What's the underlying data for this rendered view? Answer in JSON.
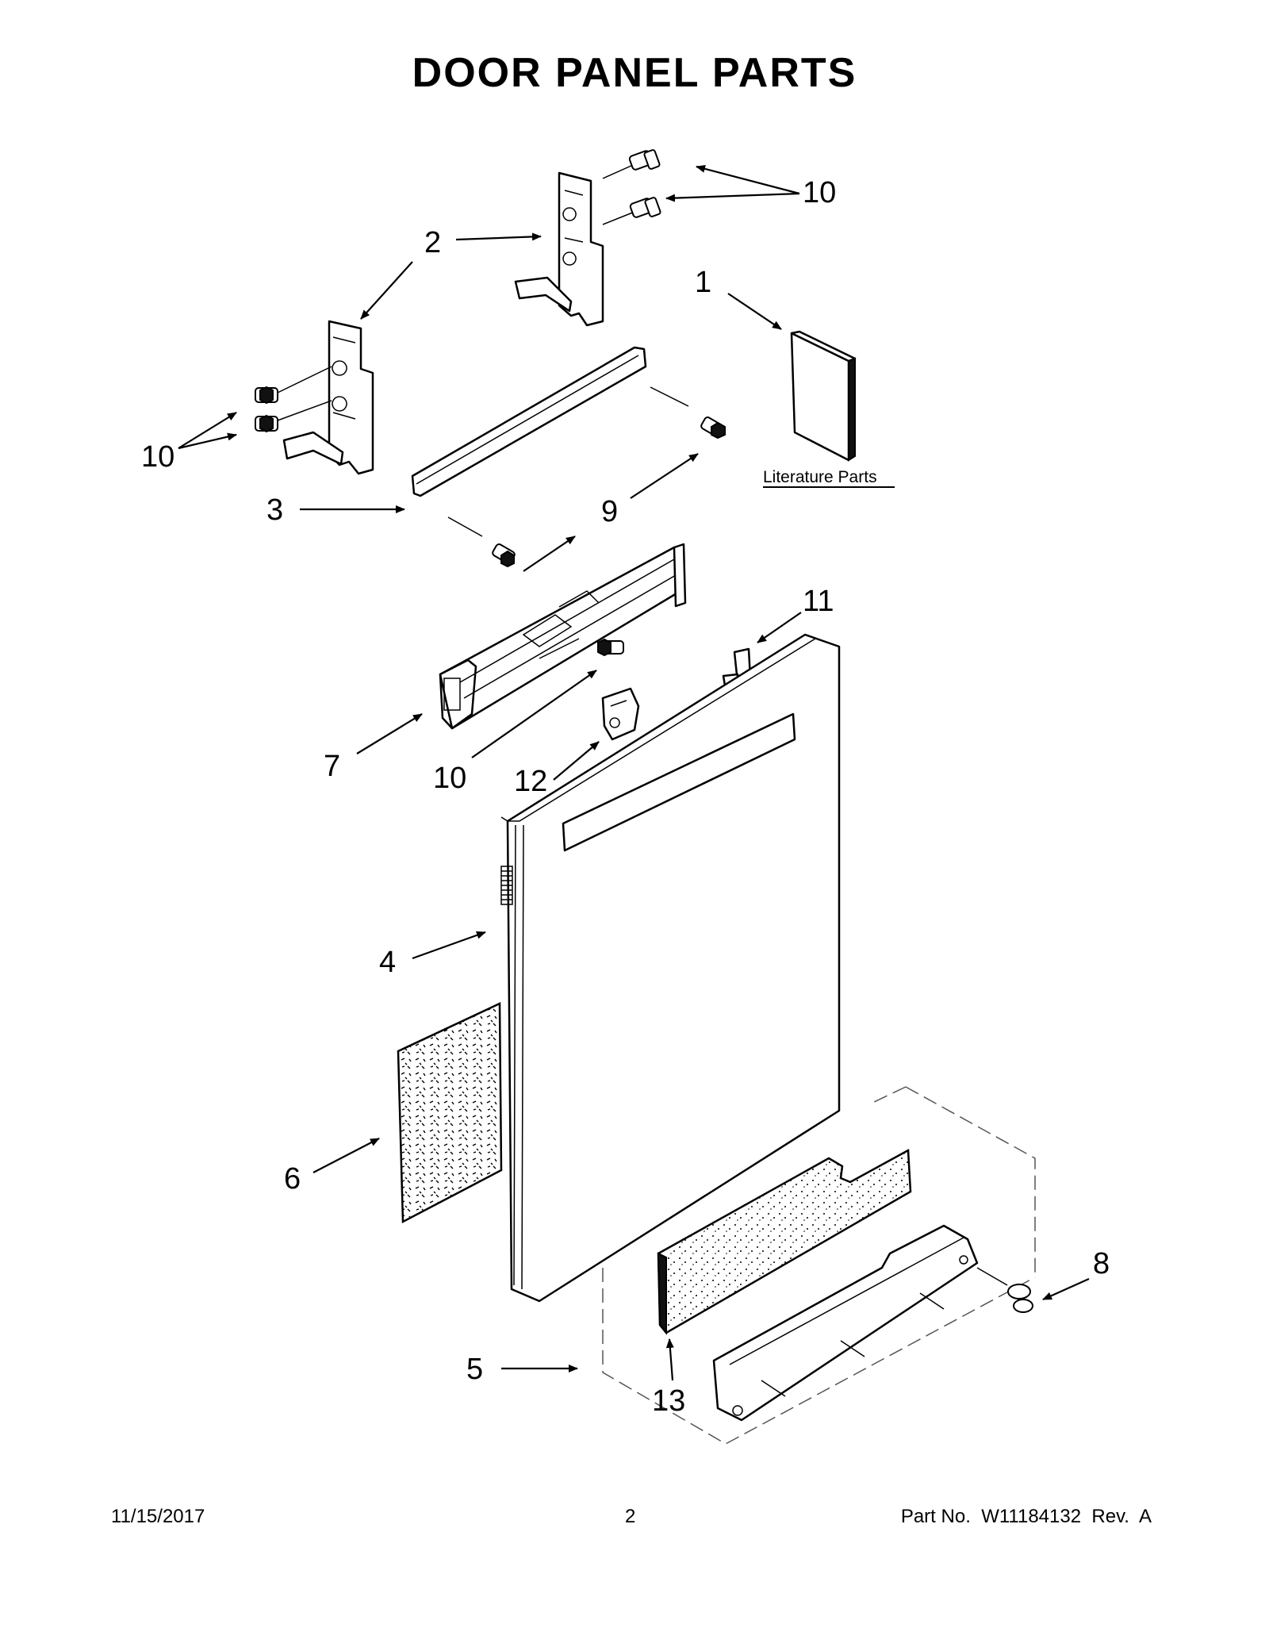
{
  "title": "DOOR PANEL PARTS",
  "callouts": {
    "c1": "1",
    "c2": "2",
    "c3": "3",
    "c4": "4",
    "c5": "5",
    "c6": "6",
    "c7": "7",
    "c8": "8",
    "c9": "9",
    "c10_top": "10",
    "c10_left": "10",
    "c10_mid": "10",
    "c11": "11",
    "c12": "12",
    "c13": "13"
  },
  "literature_label": "Literature Parts",
  "footer": {
    "date": "11/15/2017",
    "page": "2",
    "part": "Part No.  W11184132  Rev.  A"
  }
}
